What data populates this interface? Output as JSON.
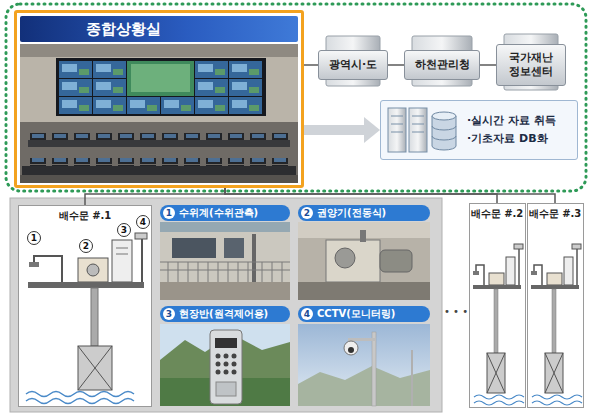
{
  "diagram": {
    "nodes": [
      {
        "text": [
          "종합상황실"
        ]
      },
      {
        "text": [
          "광역시·도"
        ]
      },
      {
        "text": [
          "하천관리청"
        ]
      },
      {
        "text": [
          "국가재난 정보센터"
        ]
      },
      {
        "text": [
          "·실시간 자료 취득",
          "·기초자료 DB화"
        ]
      },
      {
        "text": [
          "배수문 #.1"
        ]
      },
      {
        "text": [
          "1",
          "수위계(수위관측)"
        ]
      },
      {
        "text": [
          "2",
          "권양기(전동식)"
        ]
      },
      {
        "text": [
          "3",
          "현장반(원격제어용)"
        ]
      },
      {
        "text": [
          "4",
          "CCTV(모니터링)"
        ]
      },
      {
        "text": [
          "배수문 #.2"
        ]
      },
      {
        "text": [
          "배수문 #.3"
        ]
      }
    ],
    "edges": [
      {
        "from": 0,
        "to": 1,
        "arrow": "none"
      },
      {
        "from": 1,
        "to": 2,
        "arrow": "none"
      },
      {
        "from": 2,
        "to": 3,
        "arrow": "none"
      },
      {
        "from": 0,
        "to": 4,
        "arrow": "to"
      },
      {
        "from": 0,
        "to": 5,
        "arrow": "none"
      },
      {
        "from": 0,
        "to": 10,
        "arrow": "none"
      },
      {
        "from": 0,
        "to": 11,
        "arrow": "none"
      }
    ],
    "labels": [
      "1",
      "2",
      "3",
      "4",
      "• • •"
    ]
  }
}
